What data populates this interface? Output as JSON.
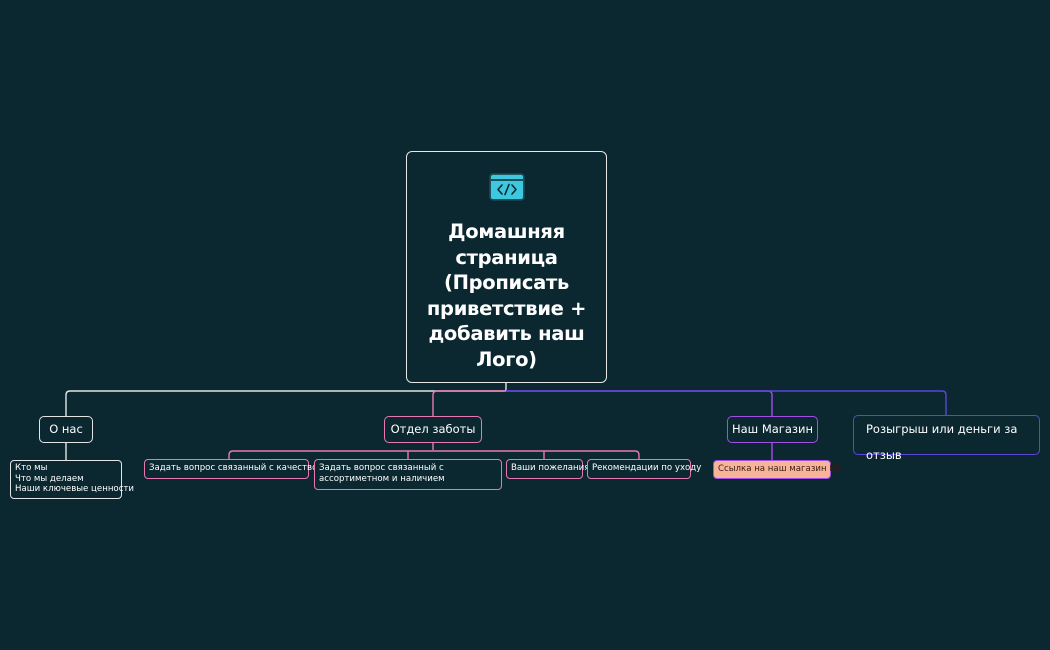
{
  "root": {
    "icon": "code-window-icon",
    "title": "Домашняя страница (Прописать приветствие + добавить наш Лого)"
  },
  "branches": [
    {
      "label": "О нас",
      "color": "#e4e4e4",
      "children": [
        {
          "lines": [
            "Кто мы",
            "Что мы делаем",
            "Наши ключевые ценности"
          ]
        }
      ]
    },
    {
      "label": "Отдел заботы",
      "color": "#e879b0",
      "children": [
        {
          "label": "Задать вопрос связанный с качеством"
        },
        {
          "label": "Задать вопрос связанный с ассортиметном и наличием"
        },
        {
          "label": "Ваши пожелания"
        },
        {
          "label": "Рекомендации по уходу"
        }
      ]
    },
    {
      "label": "Наш Магазин",
      "color": "#a34ee6",
      "children": [
        {
          "label": "Ссылка на наш магазин  ВБ",
          "fill": "#f7b49a"
        }
      ]
    },
    {
      "label": "Розыгрыш или деньги за отзыв",
      "color": "#5b46d8",
      "children": []
    }
  ],
  "colors": {
    "background": "#0b2830",
    "icon_fill": "#3ec8e0"
  }
}
